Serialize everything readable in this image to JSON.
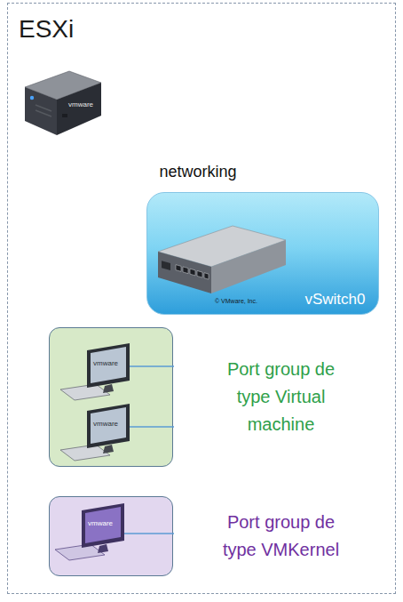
{
  "diagram": {
    "nodes": [
      {
        "text": [
          "ESXi"
        ]
      },
      {
        "text": [
          "networking",
          "vSwitch0"
        ],
        "in": 0
      },
      {
        "text": [
          "Port group de type Virtual machine"
        ],
        "in": 0
      },
      {
        "text": [
          "Port group de type VMKernel"
        ],
        "in": 0
      }
    ],
    "edges": [
      {
        "from": 1,
        "to": 2,
        "arrow": "none"
      },
      {
        "from": 1,
        "to": 2,
        "arrow": "none"
      },
      {
        "from": 1,
        "to": 3,
        "arrow": "none"
      }
    ],
    "labels": [
      "vmware",
      "© VMware, Inc.",
      "vmware",
      "vmware",
      "vmware"
    ]
  }
}
